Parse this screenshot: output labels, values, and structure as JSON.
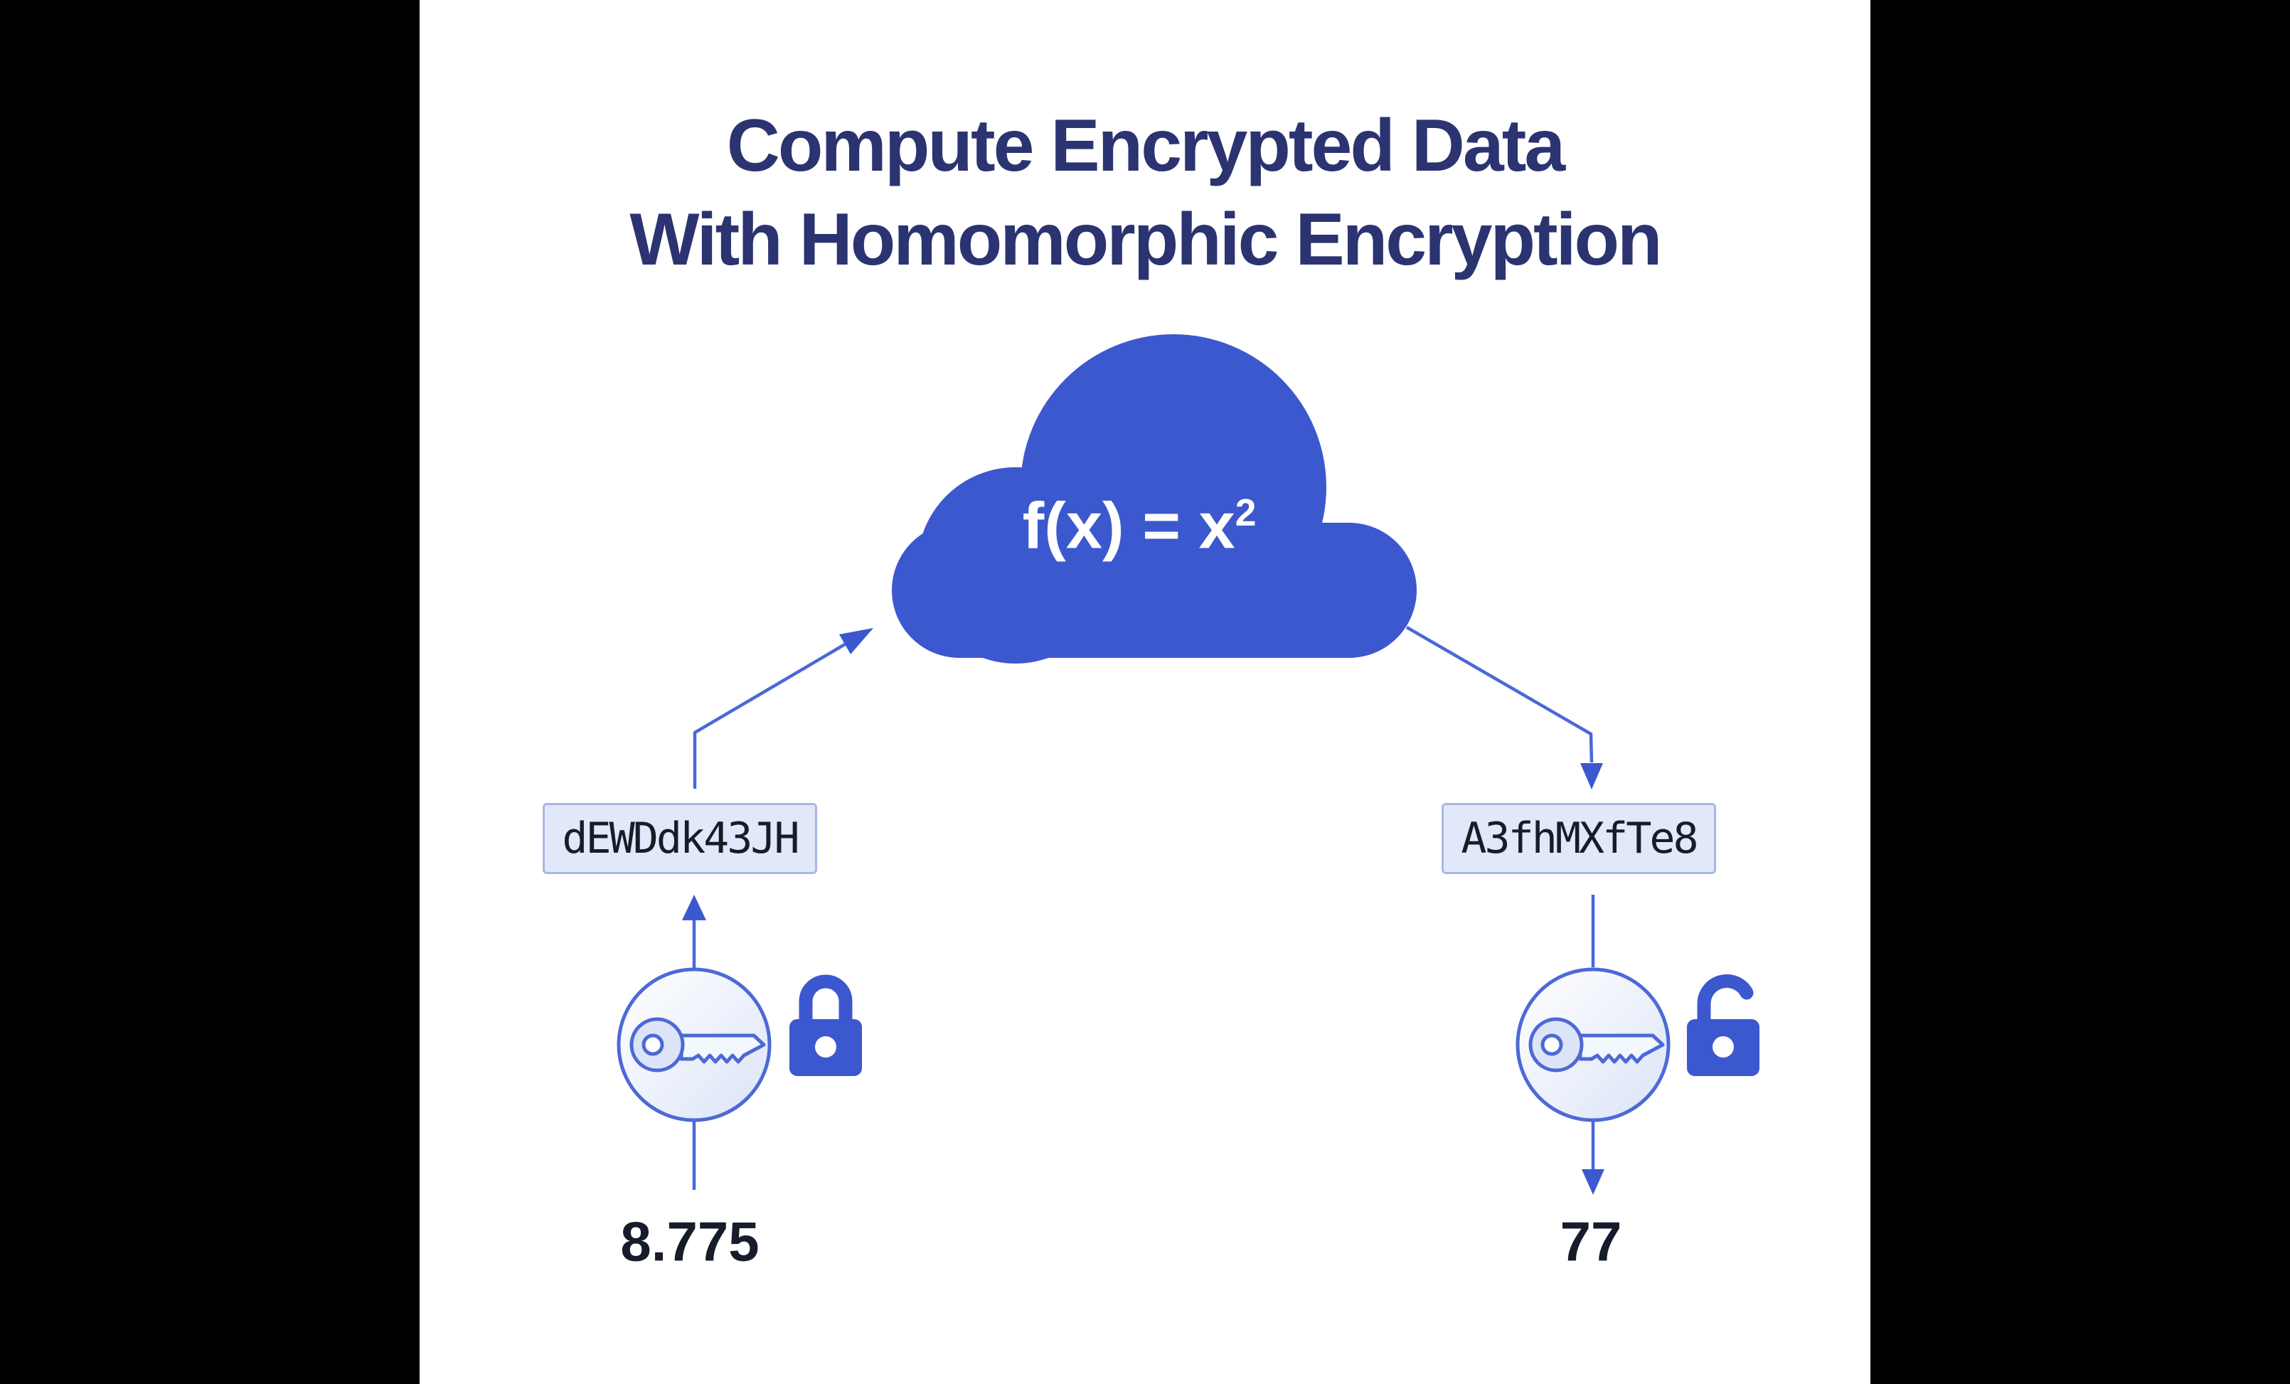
{
  "title": {
    "line1": "Compute Encrypted Data",
    "line2": "With Homomorphic Encryption"
  },
  "cloud": {
    "formula_base": "f(x) = x",
    "formula_exponent": "2"
  },
  "left_flow": {
    "plaintext_value": "8.775",
    "ciphertext": "dEWDdk43JH",
    "lock_state": "locked"
  },
  "right_flow": {
    "plaintext_value": "77",
    "ciphertext": "A3fhMXfTe8",
    "lock_state": "unlocked"
  },
  "colors": {
    "background_bars": "#000000",
    "canvas": "#ffffff",
    "title_navy": "#2b3470",
    "cloud_blue": "#3c58cf",
    "connector_blue": "#4a68d9",
    "lock_blue": "#3c58cf",
    "box_fill": "#e1e8f9",
    "box_border": "#aab7e4",
    "ciphertext_text": "#181c26",
    "plaintext_text": "#171c2b"
  }
}
